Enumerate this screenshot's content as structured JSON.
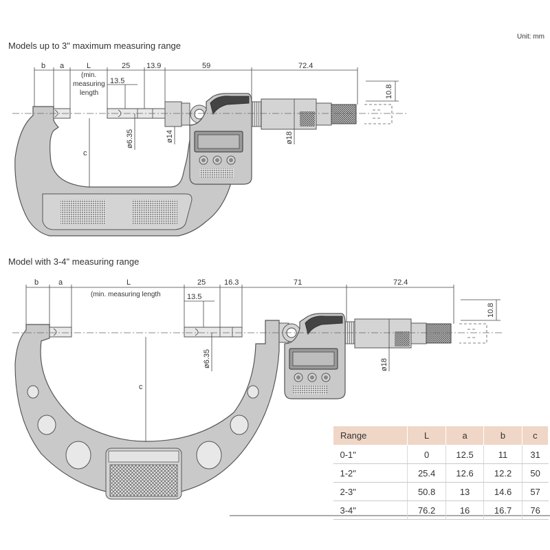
{
  "unit_label": "Unit: mm",
  "top_caption": "Models up to 3\" maximum measuring range",
  "bottom_caption": "Model with 3-4\" measuring range",
  "top_dims": {
    "b": "b",
    "a": "a",
    "L": "L",
    "min_line1": "(min.",
    "min_line2": "measuring",
    "min_line3": "length",
    "d25": "25",
    "d13_9": "13.9",
    "d59": "59",
    "d72_4": "72.4",
    "d13_5": "13.5",
    "d10_8": "10.8",
    "phi6_35": "ø6.35",
    "phi14": "ø14",
    "phi18": "ø18",
    "c": "c"
  },
  "bottom_dims": {
    "b": "b",
    "a": "a",
    "L": "L",
    "min_text": "(min. measuring length",
    "d25": "25",
    "d16_3": "16.3",
    "d71": "71",
    "d72_4": "72.4",
    "d13_5": "13.5",
    "d10_8": "10.8",
    "phi6_35": "ø6.35",
    "phi18": "ø18",
    "c": "c"
  },
  "table": {
    "headers": [
      "Range",
      "L",
      "a",
      "b",
      "c"
    ],
    "rows": [
      [
        "0-1\"",
        "0",
        "12.5",
        "11",
        "31"
      ],
      [
        "1-2\"",
        "25.4",
        "12.6",
        "12.2",
        "50"
      ],
      [
        "2-3\"",
        "50.8",
        "13",
        "14.6",
        "57"
      ],
      [
        "3-4\"",
        "76.2",
        "16",
        "16.7",
        "76"
      ]
    ]
  },
  "colors": {
    "body": "#c9c9c9",
    "table_header": "#f0d6c6",
    "line": "#444444"
  }
}
